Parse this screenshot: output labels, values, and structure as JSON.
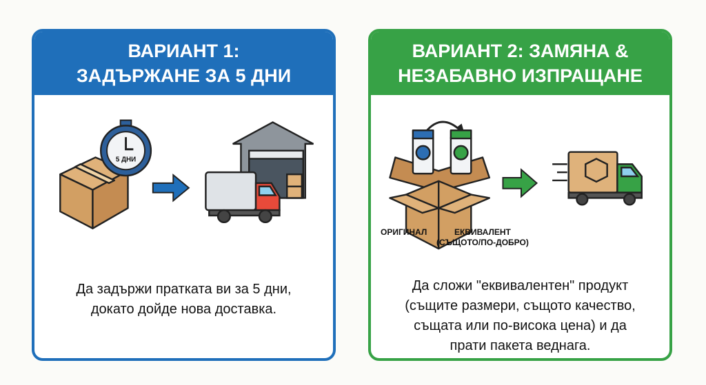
{
  "variant1": {
    "title_line1": "ВАРИАНТ 1:",
    "title_line2": "ЗАДЪРЖАНЕ ЗА 5 ДНИ",
    "timer_label": "5 ДНИ",
    "desc_line1": "Да задържи пратката ви за 5 дни,",
    "desc_line2": "докато дойде нова доставка.",
    "color": "#1f6fba"
  },
  "variant2": {
    "title_line1": "ВАРИАНТ 2: ЗАМЯНА &",
    "title_line2": "НЕЗАБАВНО ИЗПРАЩАНЕ",
    "label_original": "ОРИГИНАЛ",
    "label_equivalent": "ЕКВИВАЛЕНТ",
    "label_equivalent_note": "(СЪЩОТО/ПО-ДОБРО)",
    "desc_line1": "Да сложи \"еквивалентен\" продукт",
    "desc_line2": "(същите размери, същото качество,",
    "desc_line3": "същата или по-висока цена) и да",
    "desc_line4": "прати пакета веднага.",
    "color": "#37a246"
  }
}
